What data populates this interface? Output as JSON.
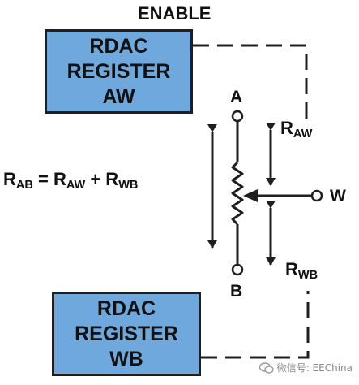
{
  "diagram": {
    "enable_label": "ENABLE",
    "register_aw": {
      "line1": "RDAC",
      "line2": "REGISTER",
      "line3": "AW"
    },
    "register_wb": {
      "line1": "RDAC",
      "line2": "REGISTER",
      "line3": "WB"
    },
    "terminal_a": "A",
    "terminal_b": "B",
    "terminal_w": "W",
    "r_aw": {
      "main": "R",
      "sub": "AW"
    },
    "r_wb": {
      "main": "R",
      "sub": "WB"
    },
    "equation": {
      "lhs_main": "R",
      "lhs_sub": "AB",
      "eq": " = ",
      "t1_main": "R",
      "t1_sub": "AW",
      "plus": " + ",
      "t2_main": "R",
      "t2_sub": "WB"
    }
  },
  "watermark": {
    "text": "微信号: EEChina",
    "icon": "chat-bubbles-icon"
  },
  "colors": {
    "register_fill": "#6fa8dc",
    "stroke": "#1f1f1f"
  }
}
